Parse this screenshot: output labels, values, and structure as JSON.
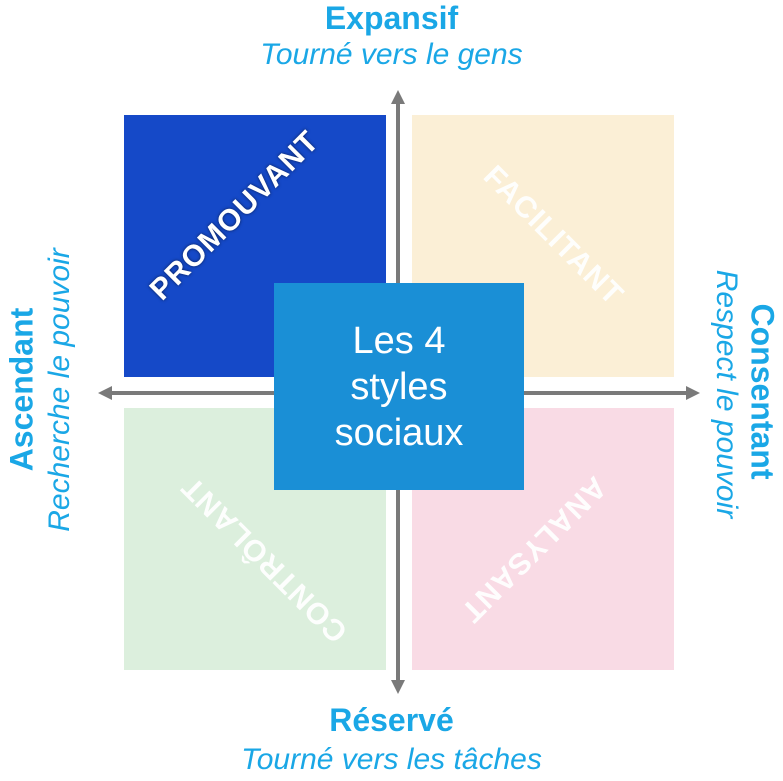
{
  "axes": {
    "top": {
      "title": "Expansif",
      "subtitle": "Tourné vers le gens"
    },
    "bottom": {
      "title": "Réservé",
      "subtitle": "Tourné vers les tâches"
    },
    "left": {
      "title": "Ascendant",
      "subtitle": "Recherche le pouvoir"
    },
    "right": {
      "title": "Consentant",
      "subtitle": "Respect le pouvoir"
    }
  },
  "quadrants": {
    "top_left": {
      "label": "PROMOUVANT",
      "color": "#1549c8"
    },
    "top_right": {
      "label": "FACILITANT",
      "color": "#fbefd6"
    },
    "bottom_left": {
      "label": "CONTRÔLANT",
      "color": "#dcefdd"
    },
    "bottom_right": {
      "label": "ANALYSANT",
      "color": "#f9dbe5"
    }
  },
  "center": {
    "lines": [
      "Les 4",
      "styles",
      "sociaux"
    ],
    "color": "#1a8fd6"
  },
  "colors": {
    "accent": "#1aa7e6",
    "axis": "#777777"
  }
}
